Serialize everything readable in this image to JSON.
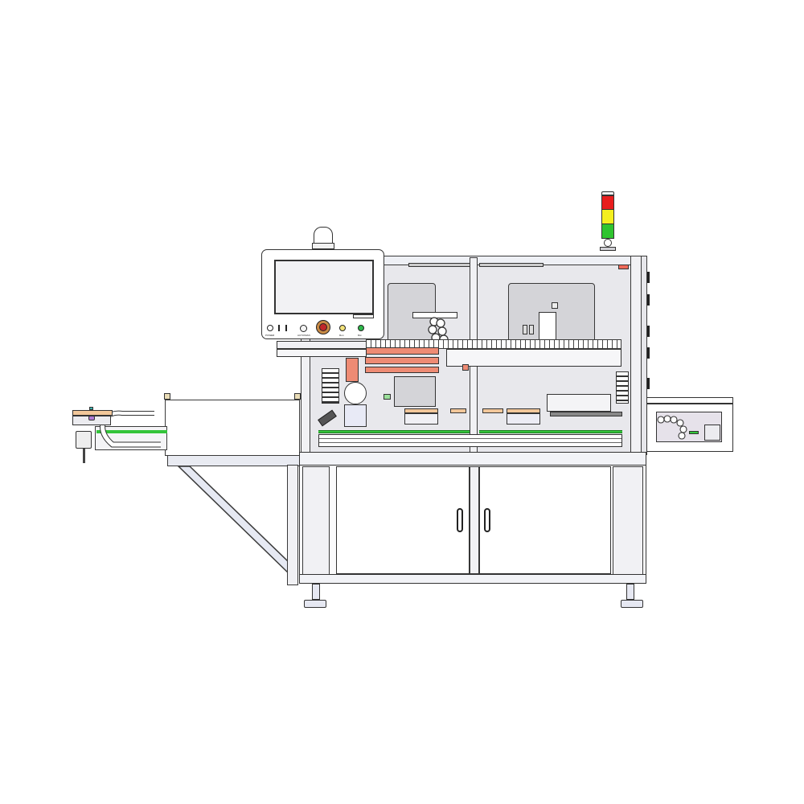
{
  "drawing": {
    "type": "CAD line drawing - automated assembly machine, front elevation",
    "background": "#ffffff"
  },
  "hmi_panel": {
    "screen": "blank touchscreen",
    "controls": [
      {
        "name": "power-switch",
        "label": "POWER"
      },
      {
        "name": "usb-port-1",
        "label": ""
      },
      {
        "name": "usb-port-2",
        "label": ""
      },
      {
        "name": "auto-manual-selector",
        "label": "AUTO/MAN"
      },
      {
        "name": "emergency-stop",
        "label": "",
        "color": "#c0282a"
      },
      {
        "name": "start-button",
        "label": "Run",
        "color": "#f2e27a"
      },
      {
        "name": "reset-button",
        "label": "Rst",
        "color": "#2db84a"
      }
    ]
  },
  "signal_tower": {
    "lights": [
      {
        "name": "red",
        "color": "#e81d1d"
      },
      {
        "name": "yellow",
        "color": "#f4ef1f"
      },
      {
        "name": "green",
        "color": "#2fc42f"
      }
    ]
  },
  "colors": {
    "line": "#3a3a3a",
    "panel_fill": "#e6e6ea",
    "window_fill": "#d4d4d8",
    "cylinder_salmon": "#ee8b74",
    "conveyor_belt_green": "#33c43a",
    "fixture_tan": "#f2c79a",
    "cable_chain": "#ffffff",
    "purple_part": "#b07ad6"
  },
  "sections": {
    "infeed_conveyor": "Left infeed with cable drag chain",
    "main_enclosure": "Two-bay guarded work cell",
    "outfeed": "Right outfeed module",
    "base_cabinet": "Two-door lower cabinet on leveling feet"
  }
}
